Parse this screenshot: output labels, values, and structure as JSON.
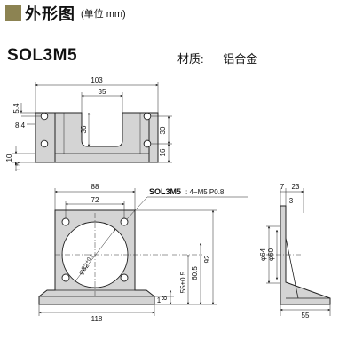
{
  "header": {
    "title": "外形图",
    "unit_note": "(单位 mm)"
  },
  "model": "SOL3M5",
  "material": {
    "label": "材质:",
    "value": "铝合金"
  },
  "top_view": {
    "dims": {
      "overall_width": "103",
      "slot_width": "35",
      "slot_depth": "36",
      "hole_offset": "5.4",
      "hole_dist": "8.4",
      "hole_pitch": "30",
      "right_offset": "16",
      "base_thickness": "10",
      "base_offset": "1.5"
    }
  },
  "front_view": {
    "dims": {
      "width_88": "88",
      "width_72": "72",
      "bore": "φ82",
      "bore_tol": "+0.1",
      "bore_tol2": "0",
      "h_55": "55±0.5",
      "h_60_5": "60.5",
      "h_92": "92",
      "base_w": "118",
      "base_t": "8",
      "foot": "1"
    },
    "callout_model": "SOL3M5",
    "callout_spec": ": 4−M5 P0.8"
  },
  "side_view": {
    "dims": {
      "d7": "7",
      "d23": "23",
      "d3": "3",
      "d64": "φ64",
      "d60": "φ60",
      "d55": "55"
    }
  }
}
